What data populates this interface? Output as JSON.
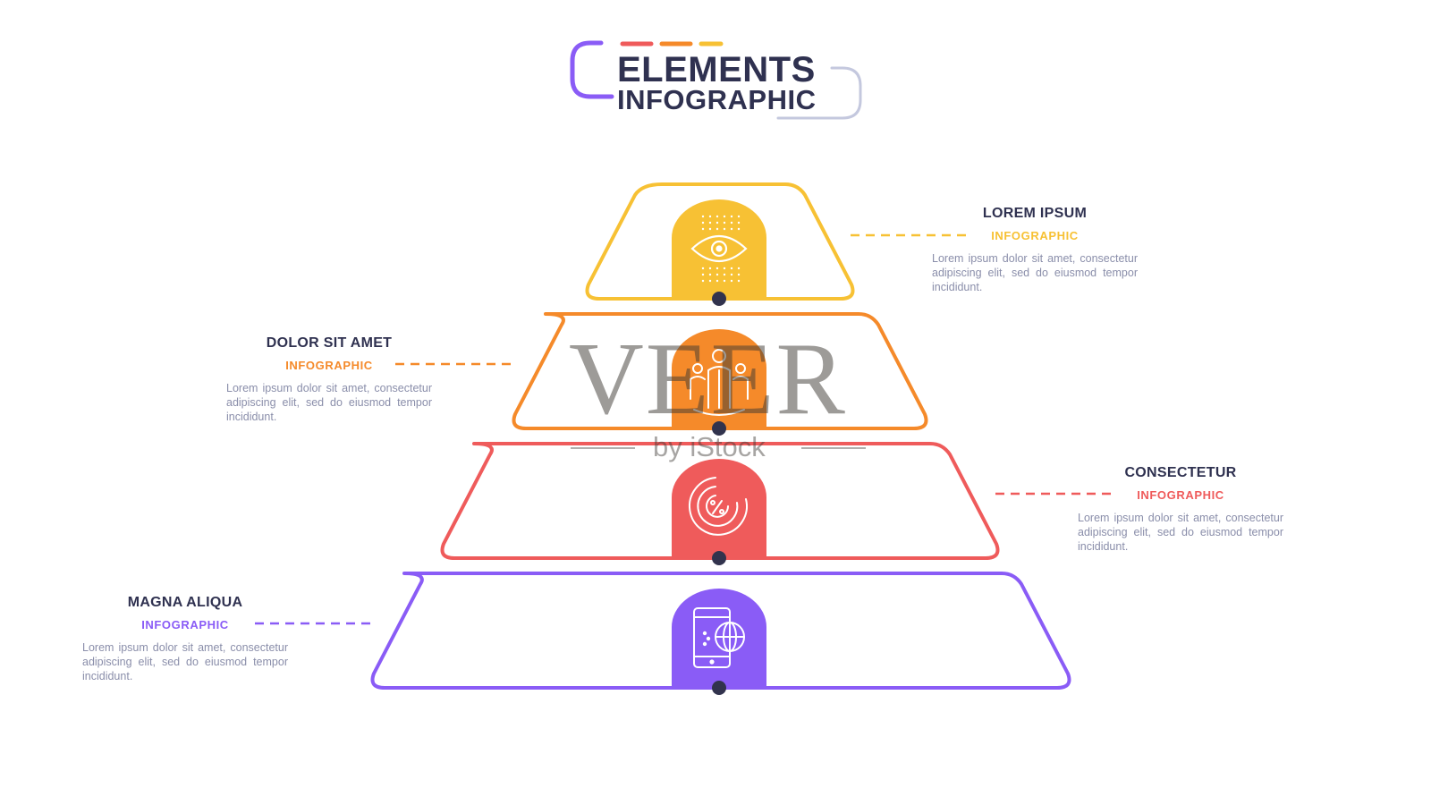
{
  "header": {
    "title_line1": "ELEMENTS",
    "title_line2": "INFOGRAPHIC",
    "accent_colors": [
      "#8a5cf6",
      "#ef5b5b",
      "#f58a2a",
      "#f7c134"
    ]
  },
  "levels": [
    {
      "title": "LOREM IPSUM",
      "subtitle": "INFOGRAPHIC",
      "desc": "Lorem ipsum dolor sit amet, consectetur adipiscing elit, sed do eiusmod tempor incididunt.",
      "color": "#f7c134",
      "icon": "eye-icon",
      "side": "right"
    },
    {
      "title": "DOLOR SIT AMET",
      "subtitle": "INFOGRAPHIC",
      "desc": "Lorem ipsum dolor sit amet, consectetur adipiscing elit, sed do eiusmod tempor incididunt.",
      "color": "#f58a2a",
      "icon": "people-group-icon",
      "side": "left"
    },
    {
      "title": "CONSECTETUR",
      "subtitle": "INFOGRAPHIC",
      "desc": "Lorem ipsum dolor sit amet, consectetur adipiscing elit, sed do eiusmod tempor incididunt.",
      "color": "#ef5b5b",
      "icon": "percent-target-icon",
      "side": "right"
    },
    {
      "title": "MAGNA ALIQUA",
      "subtitle": "INFOGRAPHIC",
      "desc": "Lorem ipsum dolor sit amet, consectetur adipiscing elit, sed do eiusmod tempor incididunt.",
      "color": "#8a5cf6",
      "icon": "mobile-globe-icon",
      "side": "left"
    }
  ],
  "watermark": {
    "main": "VEER",
    "sub": "by iStock"
  },
  "colors": {
    "dark": "#2f3150",
    "muted": "#8a8eaa",
    "dot": "#32334d"
  }
}
